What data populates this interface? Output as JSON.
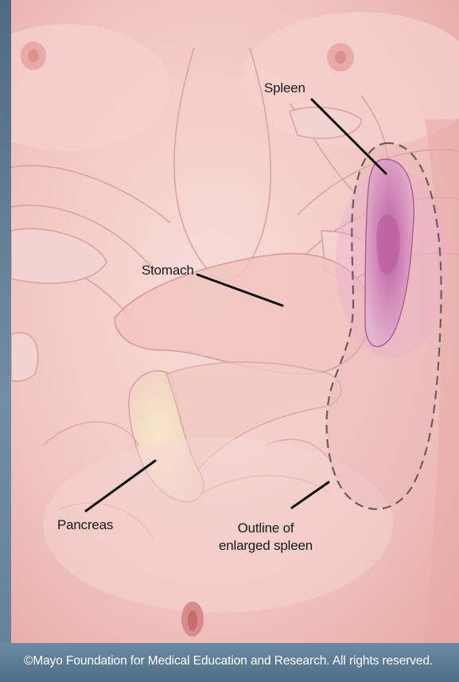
{
  "labels": {
    "spleen": "Spleen",
    "stomach": "Stomach",
    "pancreas": "Pancreas",
    "enlarged_spleen_line1": "Outline of",
    "enlarged_spleen_line2": "enlarged spleen"
  },
  "copyright": "©Mayo Foundation for Medical Education and Research.  All rights reserved.",
  "colors": {
    "skin": "#f3c9c6",
    "spleen": "#b04aa6",
    "leader_line": "#111111",
    "outline_dash": "#6d5a5f",
    "copyright_bar": "#5a7891"
  }
}
